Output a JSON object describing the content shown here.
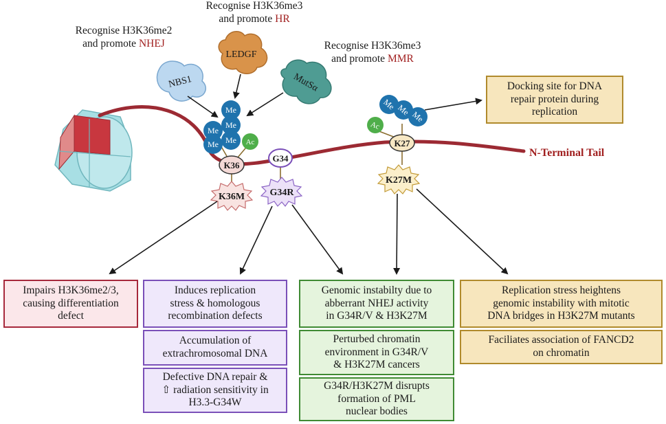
{
  "top_labels": {
    "nhej_line1": "Recognise H3K36me2",
    "nhej_line2_prefix": "and promote ",
    "nhej_line2_accent": "NHEJ",
    "hr_line1": "Recognise H3K36me3",
    "hr_line2_prefix": "and promote ",
    "hr_line2_accent": "HR",
    "mmr_line1": "Recognise H3K36me3",
    "mmr_line2_prefix": "and promote ",
    "mmr_line2_accent": "MMR"
  },
  "readers": {
    "nbs1": "NBS1",
    "ledgf": "LEDGF",
    "mutsa": "MutSα"
  },
  "marks": {
    "me": "Me",
    "ac": "Ac"
  },
  "residues": {
    "k36": "K36",
    "g34": "G34",
    "k27": "K27",
    "k36m": "K36M",
    "g34r": "G34R",
    "k27m": "K27M"
  },
  "tail_label": "N-Terminal Tail",
  "docking_box": [
    "Docking site  for DNA",
    "repair protein during",
    "replication"
  ],
  "boxes": {
    "pink_1": [
      "Impairs H3K36me2/3,",
      "causing differentiation",
      "defect"
    ],
    "purple_1": [
      "Induces replication",
      "stress & homologous",
      "recombination defects"
    ],
    "purple_2": [
      "Accumulation of",
      "extrachromosomal DNA"
    ],
    "purple_3": [
      "Defective DNA repair &",
      "⇧ radiation sensitivity in",
      "H3.3-G34W"
    ],
    "green_1": [
      "Genomic instabilty due to",
      "abberrant NHEJ activity",
      "in G34R/V & H3K27M"
    ],
    "green_2": [
      "Perturbed chromatin",
      "environment in G34R/V",
      "& H3K27M cancers"
    ],
    "green_3": [
      "G34R/H3K27M disrupts",
      "formation of PML",
      "nuclear bodies"
    ],
    "tan_1": [
      "Replication stress heightens",
      "genomic instability with mitotic",
      "DNA bridges in H3K27M mutants"
    ],
    "tan_2": [
      "Faciliates association of FANCD2",
      "on chromatin"
    ]
  },
  "colors": {
    "tail": "#9c2a33",
    "me_blue": "#1f73ad",
    "ac_green": "#4fae4a",
    "residue_fill": "#f4d9d6",
    "g34_stroke": "#7a4fb8",
    "k27_fill": "#f7e8c4",
    "nbs1": "#bcd8f0",
    "ledgf": "#d9934a",
    "mutsa": "#4f9c93",
    "nucleosome": "#a8dfe4",
    "nucleosome_red": "#c8373f"
  }
}
